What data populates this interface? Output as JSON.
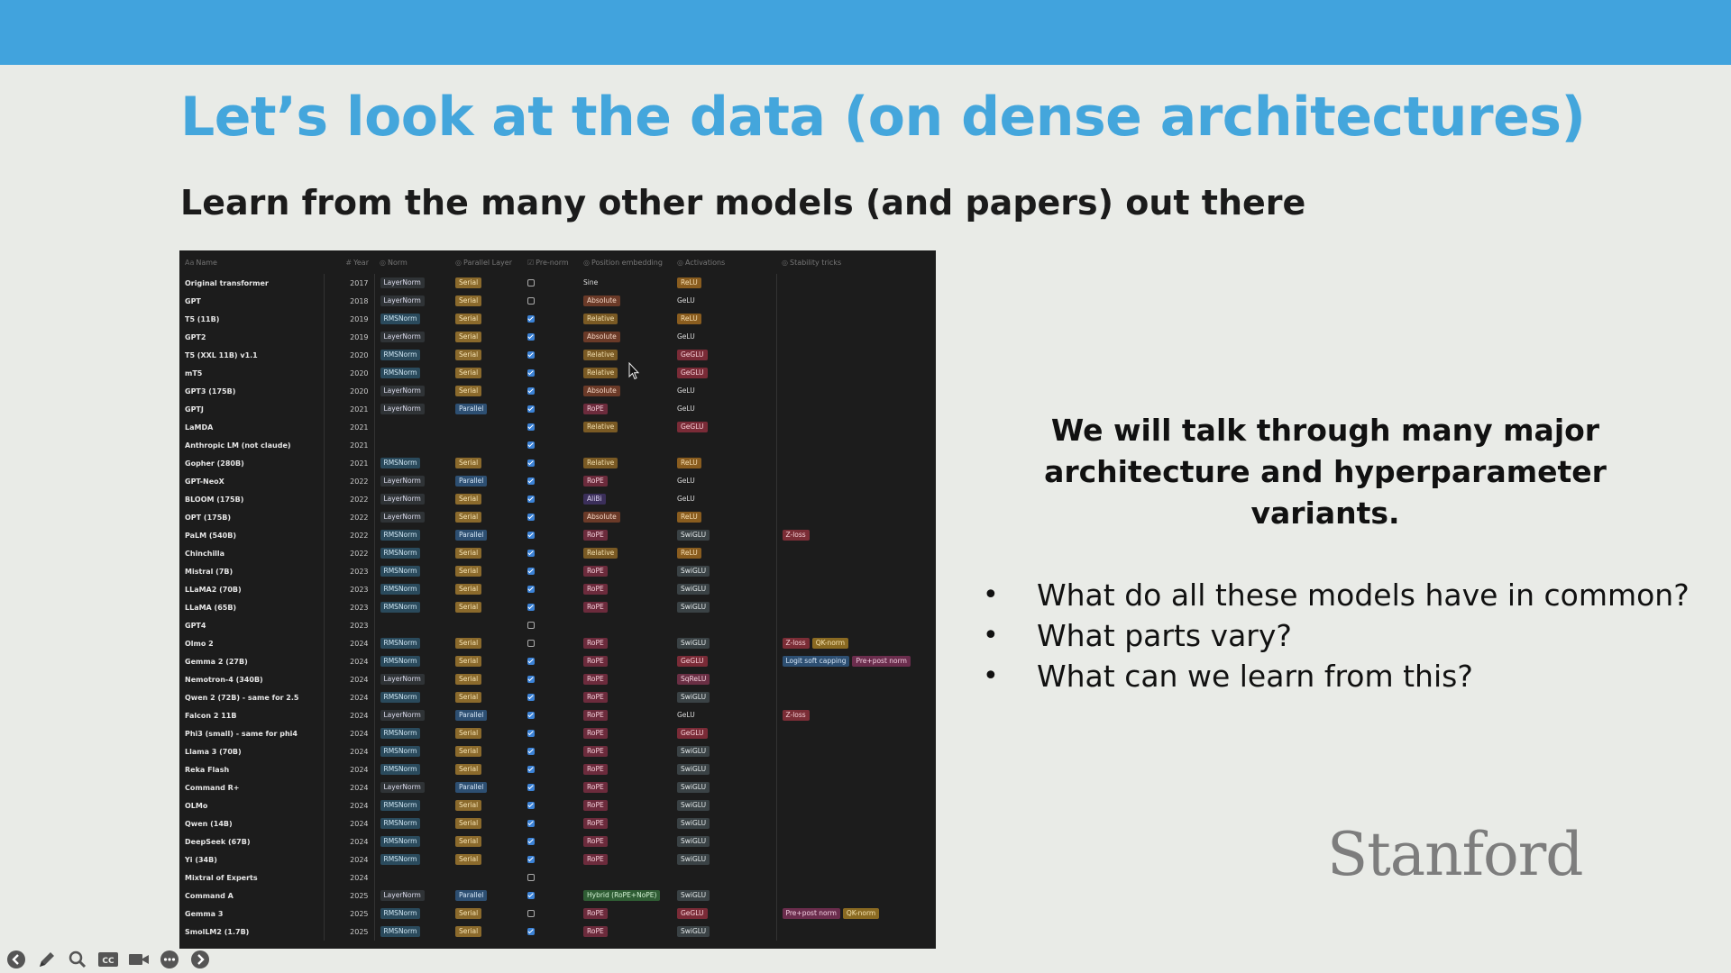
{
  "slide": {
    "title": "Let’s look at the data (on dense architectures)",
    "subtitle": "Learn from the many other models (and papers) out there",
    "callout": "We will talk through many major architecture and hyperparameter variants.",
    "questions": [
      "What do all these models have in common?",
      "What parts vary?",
      "What can we learn from this?"
    ],
    "logo": "Stanford"
  },
  "table": {
    "headers": [
      "Name",
      "Year",
      "Norm",
      "Parallel Layer",
      "Pre-norm",
      "Position embedding",
      "Activations",
      "Stability tricks"
    ],
    "rows": [
      {
        "name": "Original transformer",
        "year": "2017",
        "norm": "LayerNorm",
        "parallel": "Serial",
        "prenorm": false,
        "pos": "Sine",
        "act": "ReLU",
        "stability": []
      },
      {
        "name": "GPT",
        "year": "2018",
        "norm": "LayerNorm",
        "parallel": "Serial",
        "prenorm": false,
        "pos": "Absolute",
        "act": "GeLU",
        "stability": []
      },
      {
        "name": "T5 (11B)",
        "year": "2019",
        "norm": "RMSNorm",
        "parallel": "Serial",
        "prenorm": true,
        "pos": "Relative",
        "act": "ReLU",
        "stability": []
      },
      {
        "name": "GPT2",
        "year": "2019",
        "norm": "LayerNorm",
        "parallel": "Serial",
        "prenorm": true,
        "pos": "Absolute",
        "act": "GeLU",
        "stability": []
      },
      {
        "name": "T5 (XXL 11B) v1.1",
        "year": "2020",
        "norm": "RMSNorm",
        "parallel": "Serial",
        "prenorm": true,
        "pos": "Relative",
        "act": "GeGLU",
        "stability": []
      },
      {
        "name": "mT5",
        "year": "2020",
        "norm": "RMSNorm",
        "parallel": "Serial",
        "prenorm": true,
        "pos": "Relative",
        "act": "GeGLU",
        "stability": []
      },
      {
        "name": "GPT3 (175B)",
        "year": "2020",
        "norm": "LayerNorm",
        "parallel": "Serial",
        "prenorm": true,
        "pos": "Absolute",
        "act": "GeLU",
        "stability": []
      },
      {
        "name": "GPTJ",
        "year": "2021",
        "norm": "LayerNorm",
        "parallel": "Parallel",
        "prenorm": true,
        "pos": "RoPE",
        "act": "GeLU",
        "stability": []
      },
      {
        "name": "LaMDA",
        "year": "2021",
        "norm": "",
        "parallel": "",
        "prenorm": true,
        "pos": "Relative",
        "act": "GeGLU",
        "stability": []
      },
      {
        "name": "Anthropic LM (not claude)",
        "year": "2021",
        "norm": "",
        "parallel": "",
        "prenorm": true,
        "pos": "",
        "act": "",
        "stability": []
      },
      {
        "name": "Gopher (280B)",
        "year": "2021",
        "norm": "RMSNorm",
        "parallel": "Serial",
        "prenorm": true,
        "pos": "Relative",
        "act": "ReLU",
        "stability": []
      },
      {
        "name": "GPT-NeoX",
        "year": "2022",
        "norm": "LayerNorm",
        "parallel": "Parallel",
        "prenorm": true,
        "pos": "RoPE",
        "act": "GeLU",
        "stability": []
      },
      {
        "name": "BLOOM (175B)",
        "year": "2022",
        "norm": "LayerNorm",
        "parallel": "Serial",
        "prenorm": true,
        "pos": "AliBi",
        "act": "GeLU",
        "stability": []
      },
      {
        "name": "OPT (175B)",
        "year": "2022",
        "norm": "LayerNorm",
        "parallel": "Serial",
        "prenorm": true,
        "pos": "Absolute",
        "act": "ReLU",
        "stability": []
      },
      {
        "name": "PaLM (540B)",
        "year": "2022",
        "norm": "RMSNorm",
        "parallel": "Parallel",
        "prenorm": true,
        "pos": "RoPE",
        "act": "SwiGLU",
        "stability": [
          "Z-loss"
        ]
      },
      {
        "name": "Chinchilla",
        "year": "2022",
        "norm": "RMSNorm",
        "parallel": "Serial",
        "prenorm": true,
        "pos": "Relative",
        "act": "ReLU",
        "stability": []
      },
      {
        "name": "Mistral (7B)",
        "year": "2023",
        "norm": "RMSNorm",
        "parallel": "Serial",
        "prenorm": true,
        "pos": "RoPE",
        "act": "SwiGLU",
        "stability": []
      },
      {
        "name": "LLaMA2 (70B)",
        "year": "2023",
        "norm": "RMSNorm",
        "parallel": "Serial",
        "prenorm": true,
        "pos": "RoPE",
        "act": "SwiGLU",
        "stability": []
      },
      {
        "name": "LLaMA (65B)",
        "year": "2023",
        "norm": "RMSNorm",
        "parallel": "Serial",
        "prenorm": true,
        "pos": "RoPE",
        "act": "SwiGLU",
        "stability": []
      },
      {
        "name": "GPT4",
        "year": "2023",
        "norm": "",
        "parallel": "",
        "prenorm": false,
        "pos": "",
        "act": "",
        "stability": []
      },
      {
        "name": "Olmo 2",
        "year": "2024",
        "norm": "RMSNorm",
        "parallel": "Serial",
        "prenorm": false,
        "pos": "RoPE",
        "act": "SwiGLU",
        "stability": [
          "Z-loss",
          "QK-norm"
        ]
      },
      {
        "name": "Gemma 2 (27B)",
        "year": "2024",
        "norm": "RMSNorm",
        "parallel": "Serial",
        "prenorm": true,
        "pos": "RoPE",
        "act": "GeGLU",
        "stability": [
          "Logit soft capping",
          "Pre+post norm"
        ]
      },
      {
        "name": "Nemotron-4 (340B)",
        "year": "2024",
        "norm": "LayerNorm",
        "parallel": "Serial",
        "prenorm": true,
        "pos": "RoPE",
        "act": "SqReLU",
        "stability": []
      },
      {
        "name": "Qwen 2 (72B) - same for 2.5",
        "year": "2024",
        "norm": "RMSNorm",
        "parallel": "Serial",
        "prenorm": true,
        "pos": "RoPE",
        "act": "SwiGLU",
        "stability": []
      },
      {
        "name": "Falcon 2 11B",
        "year": "2024",
        "norm": "LayerNorm",
        "parallel": "Parallel",
        "prenorm": true,
        "pos": "RoPE",
        "act": "GeLU",
        "stability": [
          "Z-loss"
        ]
      },
      {
        "name": "Phi3 (small) - same for phi4",
        "year": "2024",
        "norm": "RMSNorm",
        "parallel": "Serial",
        "prenorm": true,
        "pos": "RoPE",
        "act": "GeGLU",
        "stability": []
      },
      {
        "name": "Llama 3 (70B)",
        "year": "2024",
        "norm": "RMSNorm",
        "parallel": "Serial",
        "prenorm": true,
        "pos": "RoPE",
        "act": "SwiGLU",
        "stability": []
      },
      {
        "name": "Reka Flash",
        "year": "2024",
        "norm": "RMSNorm",
        "parallel": "Serial",
        "prenorm": true,
        "pos": "RoPE",
        "act": "SwiGLU",
        "stability": []
      },
      {
        "name": "Command R+",
        "year": "2024",
        "norm": "LayerNorm",
        "parallel": "Parallel",
        "prenorm": true,
        "pos": "RoPE",
        "act": "SwiGLU",
        "stability": []
      },
      {
        "name": "OLMo",
        "year": "2024",
        "norm": "RMSNorm",
        "parallel": "Serial",
        "prenorm": true,
        "pos": "RoPE",
        "act": "SwiGLU",
        "stability": []
      },
      {
        "name": "Qwen (14B)",
        "year": "2024",
        "norm": "RMSNorm",
        "parallel": "Serial",
        "prenorm": true,
        "pos": "RoPE",
        "act": "SwiGLU",
        "stability": []
      },
      {
        "name": "DeepSeek (67B)",
        "year": "2024",
        "norm": "RMSNorm",
        "parallel": "Serial",
        "prenorm": true,
        "pos": "RoPE",
        "act": "SwiGLU",
        "stability": []
      },
      {
        "name": "Yi (34B)",
        "year": "2024",
        "norm": "RMSNorm",
        "parallel": "Serial",
        "prenorm": true,
        "pos": "RoPE",
        "act": "SwiGLU",
        "stability": []
      },
      {
        "name": "Mixtral of Experts",
        "year": "2024",
        "norm": "",
        "parallel": "",
        "prenorm": false,
        "pos": "",
        "act": "",
        "stability": []
      },
      {
        "name": "Command A",
        "year": "2025",
        "norm": "LayerNorm",
        "parallel": "Parallel",
        "prenorm": true,
        "pos": "Hybrid (RoPE+NoPE)",
        "act": "SwiGLU",
        "stability": []
      },
      {
        "name": "Gemma 3",
        "year": "2025",
        "norm": "RMSNorm",
        "parallel": "Serial",
        "prenorm": false,
        "pos": "RoPE",
        "act": "GeGLU",
        "stability": [
          "Pre+post norm",
          "QK-norm"
        ]
      },
      {
        "name": "SmolLM2 (1.7B)",
        "year": "2025",
        "norm": "RMSNorm",
        "parallel": "Serial",
        "prenorm": true,
        "pos": "RoPE",
        "act": "SwiGLU",
        "stability": []
      }
    ]
  },
  "controls": [
    {
      "icon": "back-arrow-icon"
    },
    {
      "icon": "pen-icon"
    },
    {
      "icon": "zoom-icon"
    },
    {
      "icon": "captions-icon"
    },
    {
      "icon": "camera-icon"
    },
    {
      "icon": "more-icon"
    },
    {
      "icon": "forward-arrow-icon"
    }
  ],
  "colors": {
    "topbar": "#41a3dd",
    "title": "#44a6dc",
    "panel": "#1c1c1c"
  }
}
